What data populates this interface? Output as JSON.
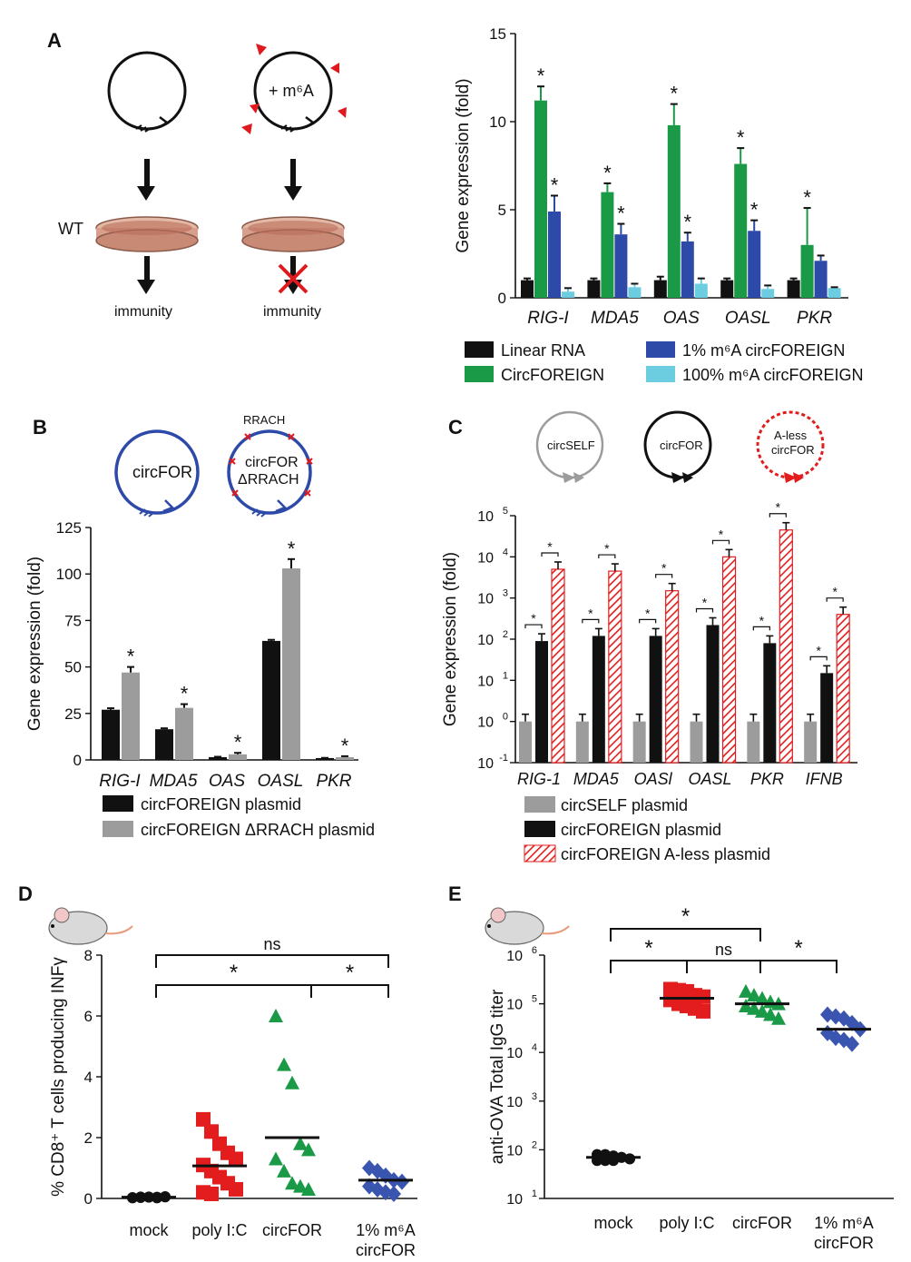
{
  "panel_labels": {
    "A": "A",
    "B": "B",
    "C": "C",
    "D": "D",
    "E": "E"
  },
  "schematic": {
    "m6a_label": "+ m⁶A",
    "wt_label": "WT",
    "immunity_left": "immunity",
    "immunity_right": "immunity"
  },
  "diagram_b": {
    "circ1": "circFOR",
    "circ2_line1": "circFOR",
    "circ2_line2": "ΔRRACH",
    "motif": "RRACH"
  },
  "diagram_c": {
    "circ1": "circSELF",
    "circ2": "circFOR",
    "circ3_line1": "A-less",
    "circ3_line2": "circFOR"
  },
  "colors": {
    "black": "#111111",
    "green": "#1a9a47",
    "blue": "#2e4aa8",
    "cyan": "#6ccde0",
    "gray": "#9c9c9c",
    "darkred": "#e0191f",
    "red": "#e31d1d",
    "diamond": "#3a55b0"
  },
  "chart_data": [
    {
      "panel": "A",
      "type": "bar",
      "ylabel": "Gene expression (fold)",
      "ylim": [
        0,
        15
      ],
      "yticks": [
        "0",
        "5",
        "10",
        "15"
      ],
      "categories": [
        "RIG-I",
        "MDA5",
        "OAS",
        "OASL",
        "PKR"
      ],
      "series": [
        {
          "name": "Linear RNA",
          "values": [
            1.0,
            1.0,
            1.0,
            1.0,
            1.0
          ],
          "err": [
            0.1,
            0.1,
            0.2,
            0.1,
            0.1
          ],
          "color": "#111111"
        },
        {
          "name": "CircFOREIGN",
          "values": [
            11.2,
            6.0,
            9.8,
            7.6,
            3.0
          ],
          "err": [
            0.8,
            0.5,
            1.2,
            0.9,
            2.1
          ],
          "color": "#1a9a47"
        },
        {
          "name": "1% m⁶A circFOREIGN",
          "values": [
            4.9,
            3.6,
            3.2,
            3.8,
            2.1
          ],
          "err": [
            0.9,
            0.6,
            0.5,
            0.6,
            0.3
          ],
          "color": "#2e4aa8"
        },
        {
          "name": "100% m⁶A circFOREIGN",
          "values": [
            0.35,
            0.6,
            0.8,
            0.5,
            0.55
          ],
          "err": [
            0.2,
            0.2,
            0.3,
            0.2,
            0.05
          ],
          "color": "#6ccde0"
        }
      ],
      "stars": "*"
    },
    {
      "panel": "B",
      "type": "bar",
      "ylabel": "Gene expression (fold)",
      "ylim": [
        0,
        125
      ],
      "yticks": [
        "0",
        "25",
        "50",
        "75",
        "100",
        "125"
      ],
      "categories": [
        "RIG-I",
        "MDA5",
        "OAS",
        "OASL",
        "PKR"
      ],
      "series": [
        {
          "name": "circFOREIGN plasmid",
          "values": [
            27,
            16.5,
            1.5,
            64,
            1.0
          ],
          "err": [
            0.8,
            0.5,
            0.2,
            0.6,
            0.1
          ],
          "color": "#111111"
        },
        {
          "name": "circFOREIGN ΔRRACH plasmid",
          "values": [
            47,
            28,
            3,
            103,
            1.5
          ],
          "err": [
            3.0,
            2.0,
            0.8,
            5.0,
            0.5
          ],
          "color": "#9c9c9c"
        }
      ],
      "stars": "*"
    },
    {
      "panel": "C",
      "type": "bar",
      "yscale": "log",
      "ylabel": "Gene expression (fold)",
      "ylim": [
        0.1,
        100000
      ],
      "ytick_base": "10",
      "ytick_exps": [
        "-1",
        "0",
        "1",
        "2",
        "3",
        "4",
        "5"
      ],
      "categories": [
        "RIG-1",
        "MDA5",
        "OASl",
        "OASL",
        "PKR",
        "IFNB"
      ],
      "series": [
        {
          "name": "circSELF plasmid",
          "values": [
            1.0,
            1.0,
            1.0,
            1.0,
            1.0,
            1.0
          ],
          "color": "#9c9c9c"
        },
        {
          "name": "circFOREIGN plasmid",
          "values": [
            90,
            120,
            120,
            220,
            80,
            15
          ],
          "color": "#111111"
        },
        {
          "name": "circFOREIGN A-less plasmid",
          "values": [
            5000,
            4500,
            1500,
            10000,
            45000,
            400
          ],
          "color": "#e31d1d"
        }
      ],
      "stars": "*"
    },
    {
      "panel": "D",
      "type": "scatter",
      "ylabel": "% CD8⁺ T cells producing INFγ",
      "ylim": [
        0,
        8
      ],
      "yticks": [
        "0",
        "2",
        "4",
        "6",
        "8"
      ],
      "categories": [
        "mock",
        "poly I:C",
        "circFOR",
        "1% m⁶A circFOR"
      ],
      "xtick_lines": [
        [
          "mock"
        ],
        [
          "poly I:C"
        ],
        [
          "circFOR"
        ],
        [
          "1% m⁶A",
          "circFOR"
        ]
      ],
      "groups": [
        {
          "name": "mock",
          "values": [
            0.02,
            0.03,
            0.05,
            0.04,
            0.06,
            0.03,
            0.05,
            0.04,
            0.02,
            0.05
          ],
          "mean": 0.04,
          "color": "#111111",
          "marker": "circle"
        },
        {
          "name": "poly I:C",
          "values": [
            2.6,
            2.2,
            1.8,
            1.5,
            1.3,
            1.1,
            0.9,
            0.7,
            0.5,
            0.3,
            0.2,
            0.15
          ],
          "mean": 1.07,
          "color": "#e31d1d",
          "marker": "square"
        },
        {
          "name": "circFOR",
          "values": [
            6.0,
            4.4,
            3.8,
            1.8,
            1.6,
            1.3,
            0.9,
            0.5,
            0.4,
            0.3
          ],
          "mean": 2.0,
          "color": "#1a9a47",
          "marker": "triangle"
        },
        {
          "name": "1% m⁶A circFOR",
          "values": [
            1.0,
            0.9,
            0.75,
            0.6,
            0.55,
            0.4,
            0.3,
            0.2,
            0.15
          ],
          "mean": 0.6,
          "color": "#3a55b0",
          "marker": "diamond"
        }
      ],
      "brackets": [
        {
          "label": "ns"
        },
        {
          "label": "*"
        },
        {
          "label": "*"
        }
      ]
    },
    {
      "panel": "E",
      "type": "scatter",
      "yscale": "log",
      "ylabel": "anti-OVA Total IgG titer",
      "ylim": [
        10,
        1000000
      ],
      "ytick_base": "10",
      "ytick_exps": [
        "1",
        "2",
        "3",
        "4",
        "5",
        "6"
      ],
      "categories": [
        "mock",
        "poly I:C",
        "circFOR",
        "1% m⁶A circFOR"
      ],
      "xtick_lines": [
        [
          "mock"
        ],
        [
          "poly I:C"
        ],
        [
          "circFOR"
        ],
        [
          "1% m⁶A",
          "circFOR"
        ]
      ],
      "groups": [
        {
          "name": "mock",
          "values": [
            80,
            80,
            75,
            70,
            65,
            60,
            60,
            60,
            70,
            65
          ],
          "mean": 70,
          "color": "#111111",
          "marker": "circle"
        },
        {
          "name": "poly I:C",
          "values": [
            200000,
            190000,
            180000,
            150000,
            140000,
            120000,
            100000,
            90000,
            80000,
            70000
          ],
          "mean": 130000,
          "color": "#e31d1d",
          "marker": "square"
        },
        {
          "name": "circFOR",
          "values": [
            180000,
            150000,
            130000,
            110000,
            100000,
            90000,
            80000,
            70000,
            60000,
            50000
          ],
          "mean": 100000,
          "color": "#1a9a47",
          "marker": "triangle"
        },
        {
          "name": "1% m⁶A circFOR",
          "values": [
            60000,
            55000,
            50000,
            40000,
            30000,
            25000,
            20000,
            18000,
            15000
          ],
          "mean": 30000,
          "color": "#3a55b0",
          "marker": "diamond"
        }
      ],
      "brackets": [
        {
          "label": "*"
        },
        {
          "label": "*"
        },
        {
          "label": "ns"
        },
        {
          "label": "*"
        }
      ]
    }
  ]
}
